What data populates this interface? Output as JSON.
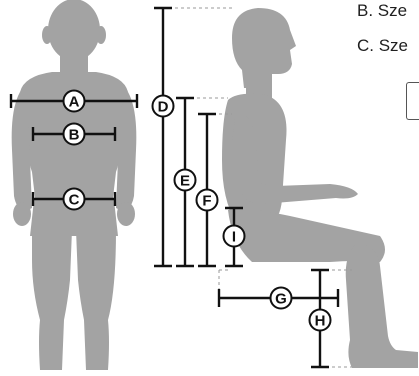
{
  "legend": {
    "b_text": "B. Sze",
    "c_text": "C. Sze"
  },
  "measurements": {
    "A": "A",
    "B": "B",
    "C": "C",
    "D": "D",
    "E": "E",
    "F": "F",
    "G": "G",
    "H": "H",
    "I": "I"
  },
  "colors": {
    "silhouette": "#a3a3a3",
    "line": "#111111",
    "guide": "#9a9a9a",
    "background": "#ffffff"
  }
}
